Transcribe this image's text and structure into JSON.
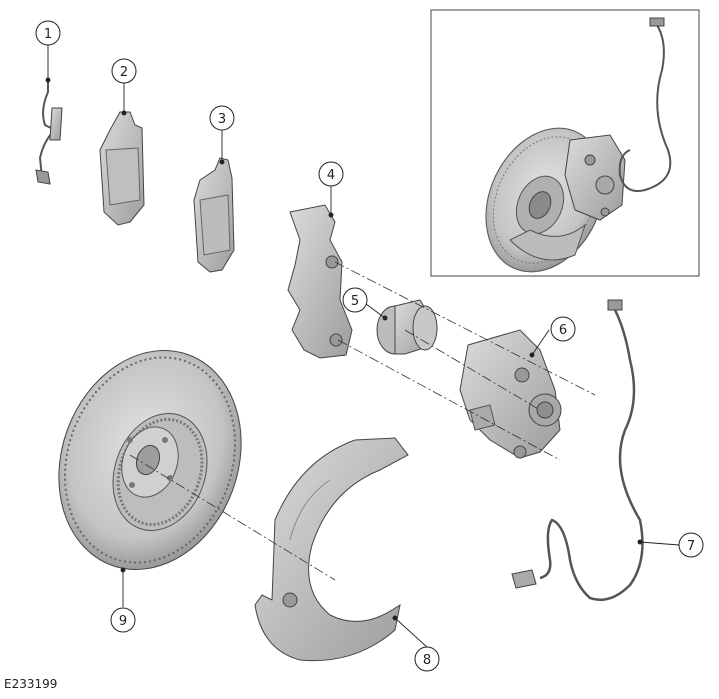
{
  "figure_code": "E233199",
  "callouts": [
    {
      "label": "1"
    },
    {
      "label": "2"
    },
    {
      "label": "3"
    },
    {
      "label": "4"
    },
    {
      "label": "5"
    },
    {
      "label": "6"
    },
    {
      "label": "7"
    },
    {
      "label": "8"
    },
    {
      "label": "9"
    }
  ],
  "colors": {
    "part_fill": "#c9c9c9",
    "part_shade": "#9a9a9a",
    "part_dark": "#6e6e6e",
    "line": "#222222"
  }
}
